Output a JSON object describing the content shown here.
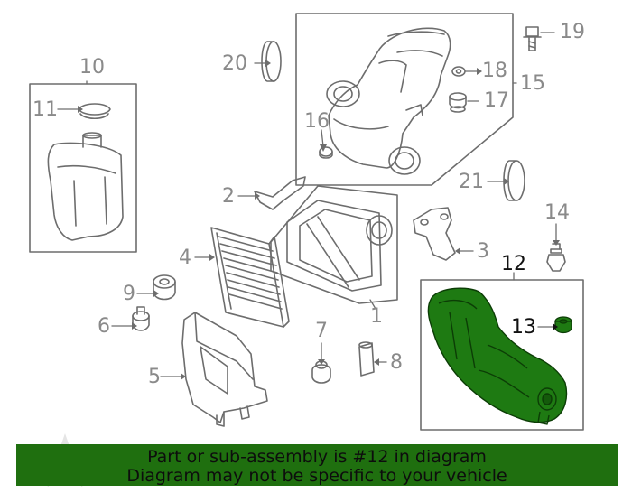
{
  "callouts": {
    "p1": "1",
    "p2": "2",
    "p3": "3",
    "p4": "4",
    "p5": "5",
    "p6": "6",
    "p7": "7",
    "p8": "8",
    "p9": "9",
    "p10": "10",
    "p11": "11",
    "p12": "12",
    "p13": "13",
    "p14": "14",
    "p15": "15",
    "p16": "16",
    "p17": "17",
    "p18": "18",
    "p19": "19",
    "p20": "20",
    "p21": "21"
  },
  "highlight_part": "12",
  "banner": {
    "line1": "Part or sub-assembly is #12 in diagram",
    "line2": "Diagram may not be specific to your vehicle"
  },
  "colors": {
    "line_art": "#6d6d6d",
    "label": "#8a8a8a",
    "highlight": "#1e7a12",
    "banner_bg": "#1f6f0f",
    "banner_text": "#0d0d0d"
  }
}
